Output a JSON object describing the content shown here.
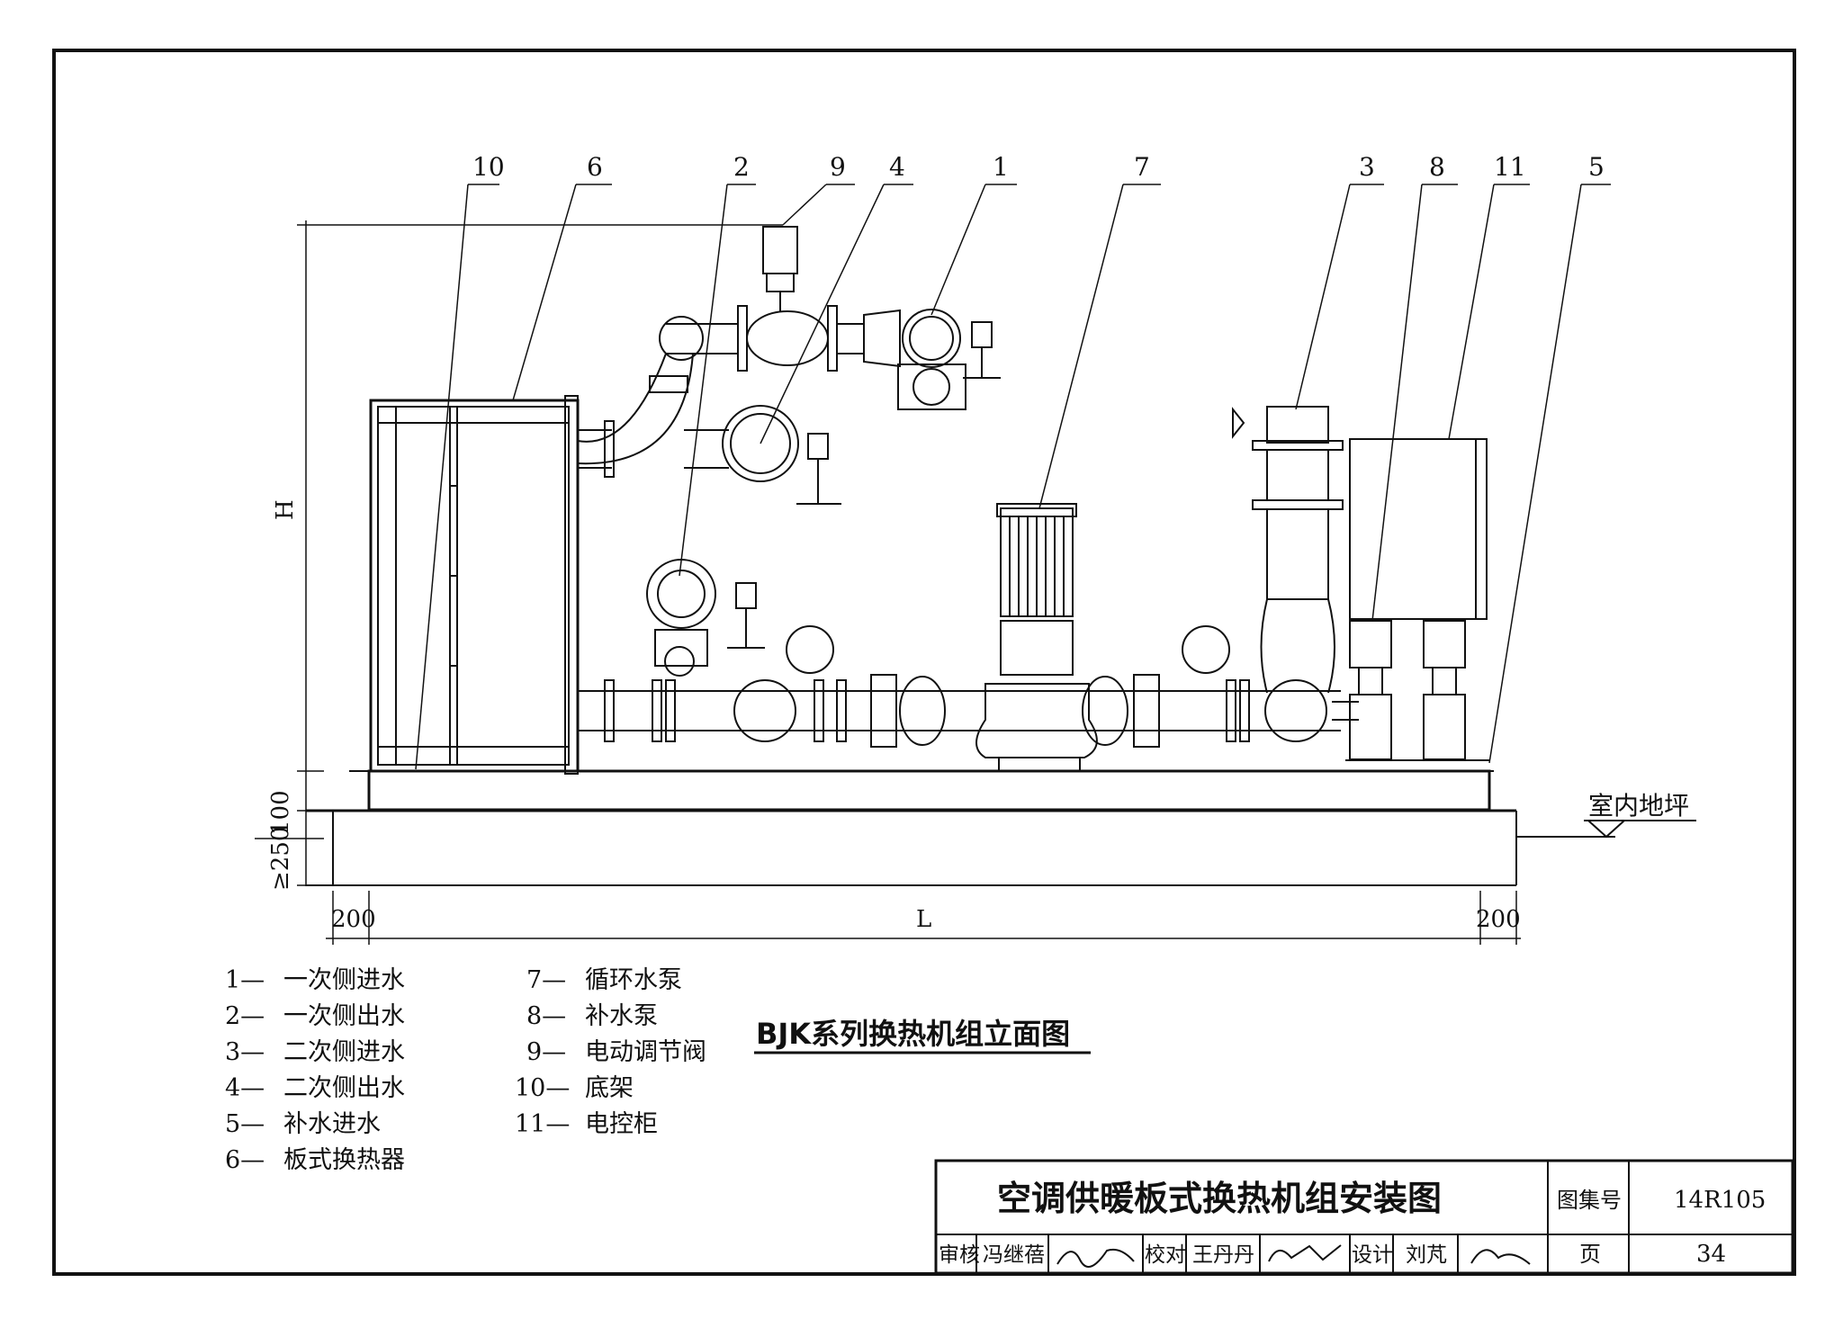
{
  "drawing": {
    "title": "BJK系列换热机组立面图",
    "floor_label": "室内地坪",
    "dims": {
      "height": "H",
      "length": "L",
      "base_thickness": "100",
      "pit_depth": "≥250",
      "left_margin": "200",
      "right_margin": "200"
    },
    "callouts": [
      "10",
      "6",
      "2",
      "9",
      "4",
      "1",
      "7",
      "3",
      "8",
      "11",
      "5"
    ]
  },
  "legend": {
    "left": [
      {
        "num": "1—",
        "text": "一次侧进水"
      },
      {
        "num": "2—",
        "text": "一次侧出水"
      },
      {
        "num": "3—",
        "text": "二次侧进水"
      },
      {
        "num": "4—",
        "text": "二次侧出水"
      },
      {
        "num": "5—",
        "text": "补水进水"
      },
      {
        "num": "6—",
        "text": "板式换热器"
      }
    ],
    "right": [
      {
        "num": "7—",
        "text": "循环水泵"
      },
      {
        "num": "8—",
        "text": "补水泵"
      },
      {
        "num": "9—",
        "text": "电动调节阀"
      },
      {
        "num": "10—",
        "text": "底架"
      },
      {
        "num": "11—",
        "text": "电控柜"
      }
    ]
  },
  "title_block": {
    "drawing_title": "空调供暖板式换热机组安装图",
    "atlas_label": "图集号",
    "atlas_no": "14R105",
    "review_label": "审核",
    "reviewer": "冯继蓓",
    "check_label": "校对",
    "checker": "王丹丹",
    "design_label": "设计",
    "designer": "刘芃",
    "page_label": "页",
    "page_no": "34"
  }
}
